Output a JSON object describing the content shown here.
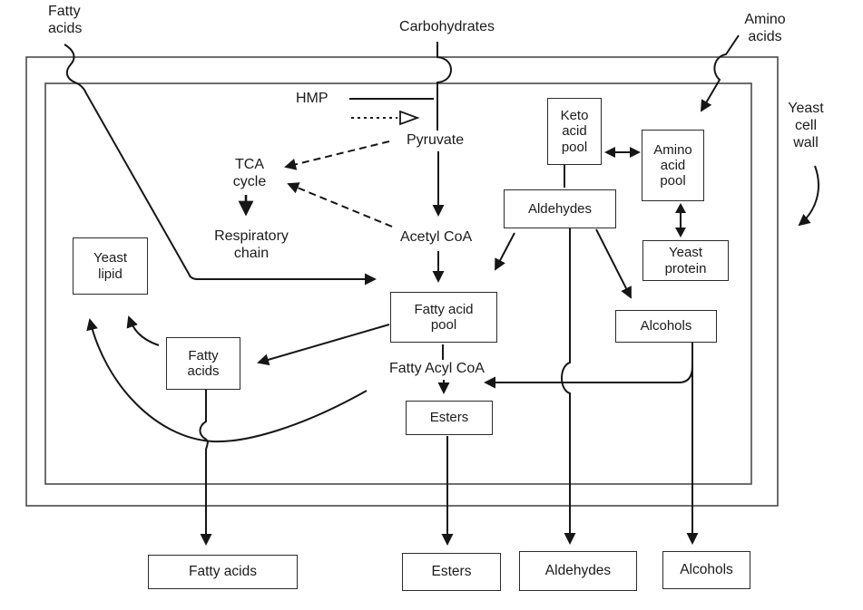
{
  "diagram": {
    "external_inputs": {
      "fatty_acids_top": "Fatty\nacids",
      "carbohydrates": "Carbohydrates",
      "amino_acids": "Amino\nacids"
    },
    "wall_label": "Yeast\ncell\nwall",
    "internal_labels": {
      "hmp": "HMP",
      "pyruvate": "Pyruvate",
      "tca_cycle": "TCA\ncycle",
      "respiratory_chain": "Respiratory\nchain",
      "acetyl_coa": "Acetyl CoA",
      "fatty_acyl_coa": "Fatty Acyl CoA"
    },
    "internal_boxes": {
      "keto_acid_pool": "Keto\nacid\npool",
      "amino_acid_pool": "Amino\nacid\npool",
      "yeast_protein": "Yeast\nprotein",
      "aldehydes": "Aldehydes",
      "alcohols": "Alcohols",
      "yeast_lipid": "Yeast\nlipid",
      "fatty_acids": "Fatty\nacids",
      "fatty_acid_pool": "Fatty acid\npool",
      "esters": "Esters"
    },
    "external_products": {
      "fatty_acids": "Fatty acids",
      "esters": "Esters",
      "aldehydes": "Aldehydes",
      "alcohols": "Alcohols"
    },
    "colors": {
      "ink": "#161616",
      "wall": "#4a4a4a",
      "background": "#ffffff"
    }
  }
}
